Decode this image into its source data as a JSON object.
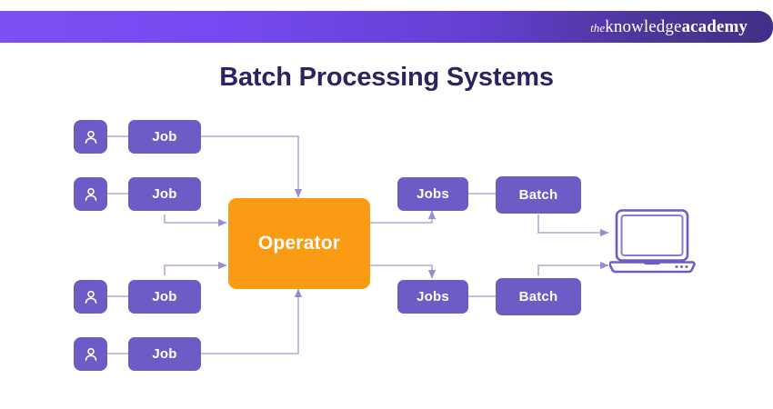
{
  "header": {
    "brand_the": "the",
    "brand_knowledge": "knowledge",
    "brand_academy": "academy",
    "gradient_from": "#7d4ff5",
    "gradient_to": "#413087"
  },
  "title": "Batch Processing Systems",
  "colors": {
    "title": "#2e2360",
    "node_purple": "#6c5cc5",
    "node_orange": "#fb9a13",
    "connector": "#a99ada",
    "icon_outline": "#6c5cc5",
    "background": "#ffffff"
  },
  "diagram": {
    "type": "flow",
    "users": [
      {
        "id": "user-1",
        "icon": "user-icon"
      },
      {
        "id": "user-2",
        "icon": "user-icon"
      },
      {
        "id": "user-3",
        "icon": "user-icon"
      },
      {
        "id": "user-4",
        "icon": "user-icon"
      }
    ],
    "jobs": [
      {
        "id": "job-1",
        "label": "Job"
      },
      {
        "id": "job-2",
        "label": "Job"
      },
      {
        "id": "job-3",
        "label": "Job"
      },
      {
        "id": "job-4",
        "label": "Job"
      }
    ],
    "operator": {
      "id": "operator",
      "label": "Operator"
    },
    "job_groups": [
      {
        "id": "jobs-1",
        "label": "Jobs"
      },
      {
        "id": "jobs-2",
        "label": "Jobs"
      }
    ],
    "batches": [
      {
        "id": "batch-1",
        "label": "Batch"
      },
      {
        "id": "batch-2",
        "label": "Batch"
      }
    ],
    "output": {
      "id": "computer",
      "icon": "laptop-icon"
    },
    "flow_description": [
      "user-1 -> job-1 -> operator",
      "user-2 -> job-2 -> operator",
      "user-3 -> job-3 -> operator",
      "user-4 -> job-4 -> operator",
      "operator -> jobs-1 -> batch-1 -> computer",
      "operator -> jobs-2 -> batch-2 -> computer"
    ]
  }
}
